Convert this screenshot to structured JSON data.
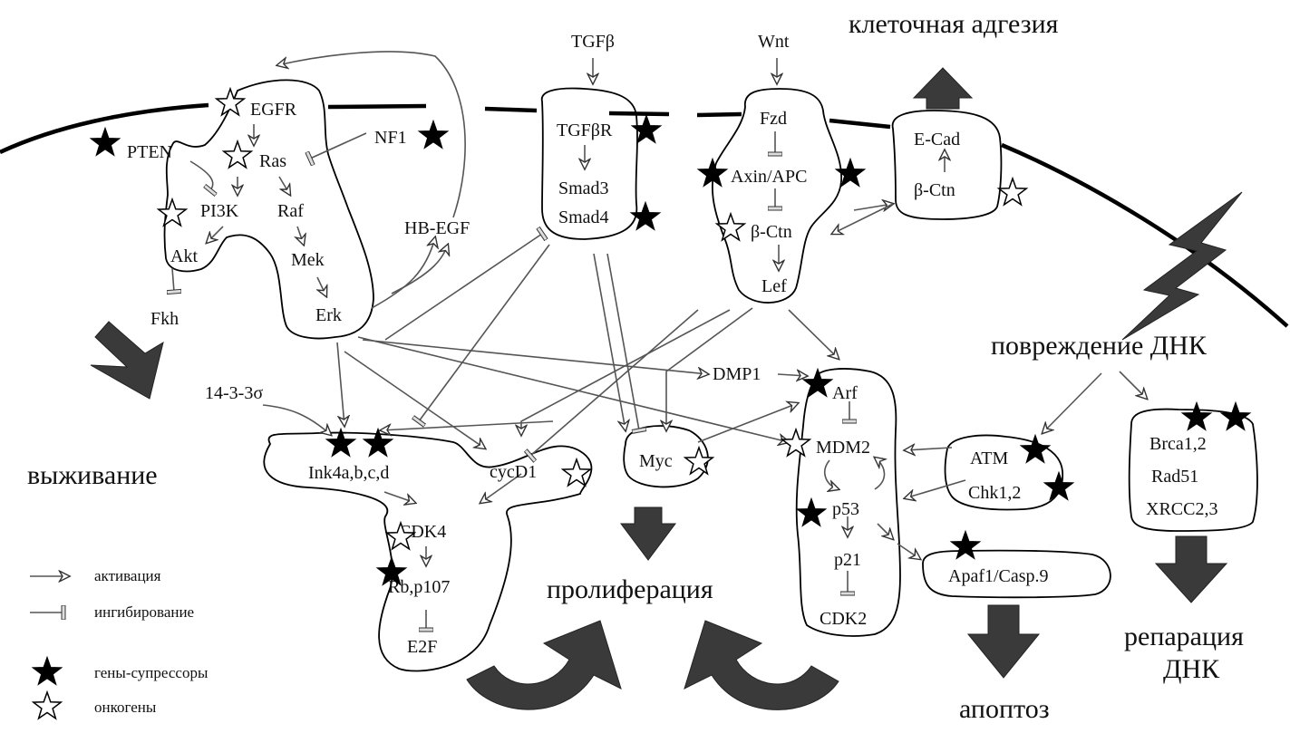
{
  "labels": {
    "egfr": "EGFR",
    "pten": "PTEN",
    "ras": "Ras",
    "nf1": "NF1",
    "pi3k": "PI3K",
    "raf": "Raf",
    "akt": "Akt",
    "mek": "Mek",
    "fkh": "Fkh",
    "erk": "Erk",
    "hbegf": "HB-EGF",
    "tgfb": "TGFβ",
    "tgfbr": "TGFβR",
    "smad3": "Smad3",
    "smad4": "Smad4",
    "wnt": "Wnt",
    "fzd": "Fzd",
    "axin_apc": "Axin/APC",
    "bctn1": "β-Ctn",
    "lef": "Lef",
    "ecad": "E-Cad",
    "bctn2": "β-Ctn",
    "dmp1": "DMP1",
    "arf": "Arf",
    "mdm2": "MDM2",
    "p53": "p53",
    "p21": "p21",
    "cdk2": "CDK2",
    "atm": "ATM",
    "chk12": "Chk1,2",
    "apaf1": "Apaf1/Casp.9",
    "brca": "Brca1,2",
    "rad51": "Rad51",
    "xrcc": "XRCC2,3",
    "s1433": "14-3-3σ",
    "ink4": "Ink4a,b,c,d",
    "cycd1": "cycD1",
    "myc": "Myc",
    "cdk4": "CDK4",
    "rb": "Rb,p107",
    "e2f": "E2F"
  },
  "outcomes": {
    "adhesion": "клеточная адгезия",
    "survival": "выживание",
    "dna_damage": "повреждение ДНК",
    "proliferation": "пролиферация",
    "apoptosis": "апоптоз",
    "repair_line1": "репарация",
    "repair_line2": "ДНК"
  },
  "legend": {
    "activation": "активация",
    "inhibition": "ингибирование",
    "suppressors": "гены-супрессоры",
    "oncogenes": "онкогены"
  },
  "colors": {
    "membrane": "#000000",
    "fat_arrow": "#3a3a3a",
    "suppressor_star": "#000000",
    "oncogene_star": "#ffffff"
  }
}
